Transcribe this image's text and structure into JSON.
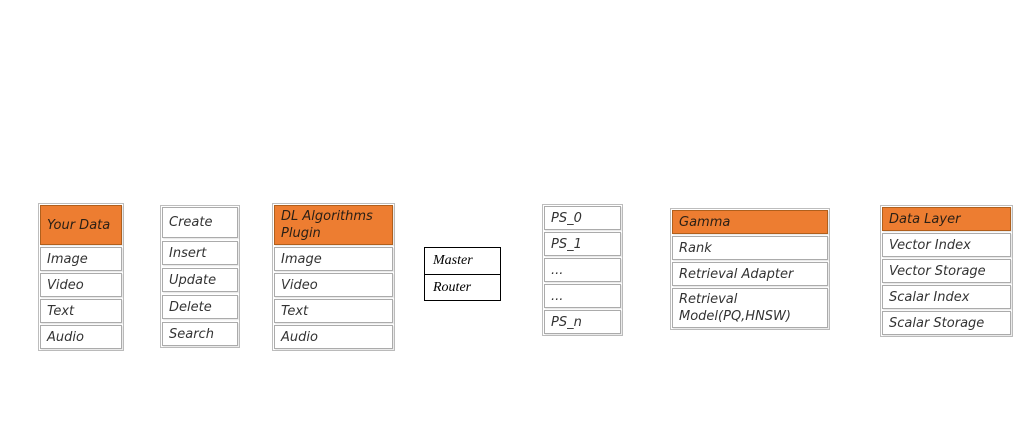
{
  "diagram": {
    "background": "#ffffff",
    "accent_orange": "#ED7D31",
    "cell_border_gray": "#ababab",
    "text_color": "#333333"
  },
  "boxes": {
    "your_data": {
      "header": "Your Data",
      "rows": [
        "Image",
        "Video",
        "Text",
        "Audio"
      ]
    },
    "operations": {
      "rows": [
        "Create",
        "Insert",
        "Update",
        "Delete",
        "Search"
      ]
    },
    "dl_plugin": {
      "header": "DL Algorithms Plugin",
      "rows": [
        "Image",
        "Video",
        "Text",
        "Audio"
      ]
    },
    "master_router": {
      "rows": [
        "Master",
        "Router"
      ]
    },
    "partition_servers": {
      "rows": [
        "PS_0",
        "PS_1",
        "...",
        "...",
        "PS_n"
      ]
    },
    "gamma": {
      "header": "Gamma",
      "rows": [
        "Rank",
        "Retrieval Adapter",
        "Retrieval Model(PQ,HNSW)"
      ]
    },
    "data_layer": {
      "header": "Data Layer",
      "rows": [
        "Vector Index",
        "Vector Storage",
        "Scalar Index",
        "Scalar Storage"
      ]
    }
  }
}
